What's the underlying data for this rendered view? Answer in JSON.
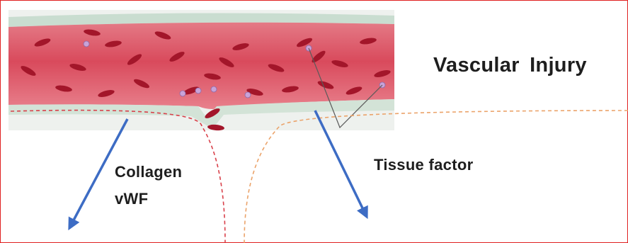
{
  "diagram": {
    "title": "Vascular  Injury",
    "labels": {
      "collagen": "Collagen",
      "vwf": "vWF",
      "tissue_factor": "Tissue factor"
    },
    "colors": {
      "frame": "#e02020",
      "vessel_wall": "#cfe0d2",
      "vessel_lumen": "#d9485a",
      "red_cell": "#a3162a",
      "platelet": "#c9a3d8",
      "arrow": "#3d6cc4",
      "dashed_red": "#d9404a",
      "dashed_orange": "#eba36a",
      "text": "#1e1e1e"
    }
  }
}
